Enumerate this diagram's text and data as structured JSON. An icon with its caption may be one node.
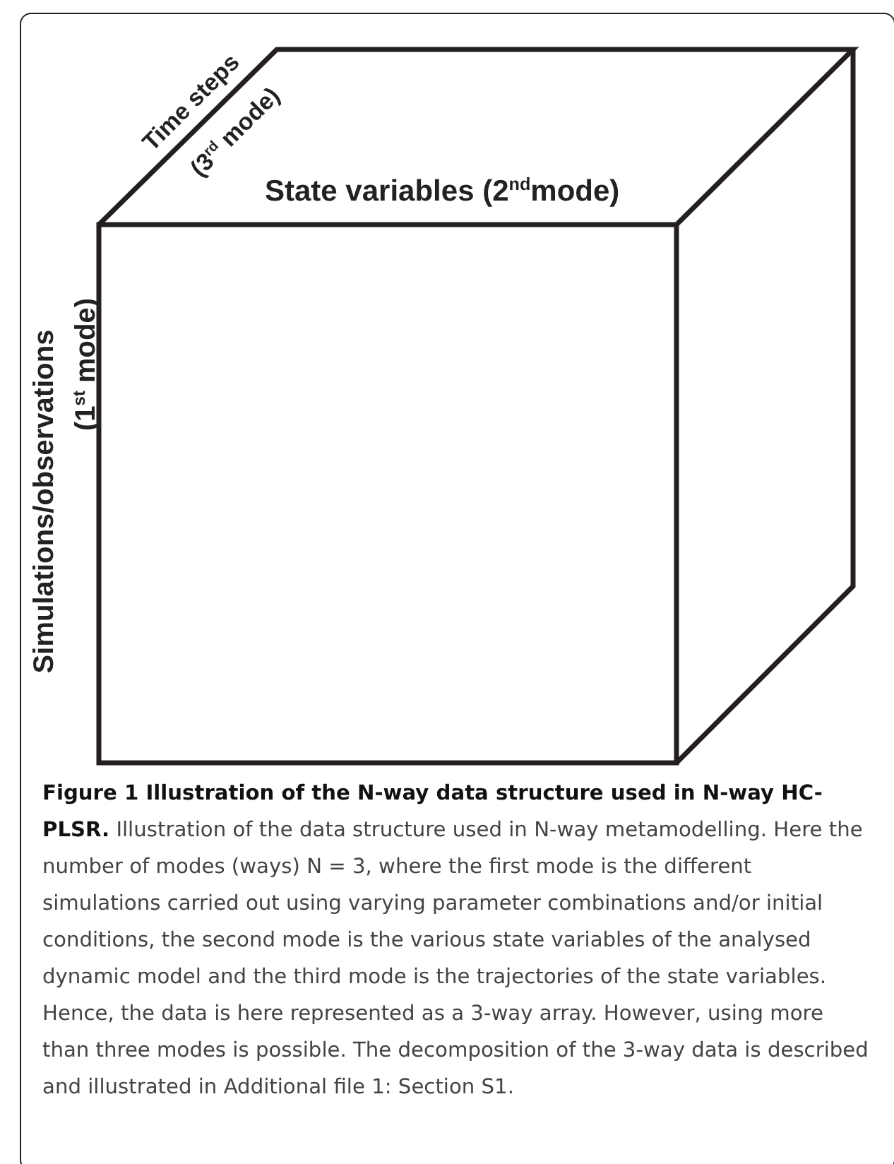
{
  "diagram": {
    "title": "Figure 1 Illustration of the N-way data structure used in N-way HC-PLSR.",
    "caption": "Illustration of the data structure used in N-way metamodelling. Here the number of modes (ways) N = 3, where the first mode is the different simulations carried out using varying parameter combinations and/or initial conditions, the second mode is the various state variables of the analysed dynamic model and the third mode is the trajectories of the state variables. Hence, the data is here represented as a 3-way array. However, using more than three modes is possible. The decomposition of the 3-way data is described and illustrated in Additional file 1: Section S1.",
    "labels": [
      "Time steps",
      "(3$^{rd}$ mode)",
      "State variables (2$^{nd}$mode)",
      "Simulations/observations",
      "(1$^{st}$ mode)"
    ]
  }
}
